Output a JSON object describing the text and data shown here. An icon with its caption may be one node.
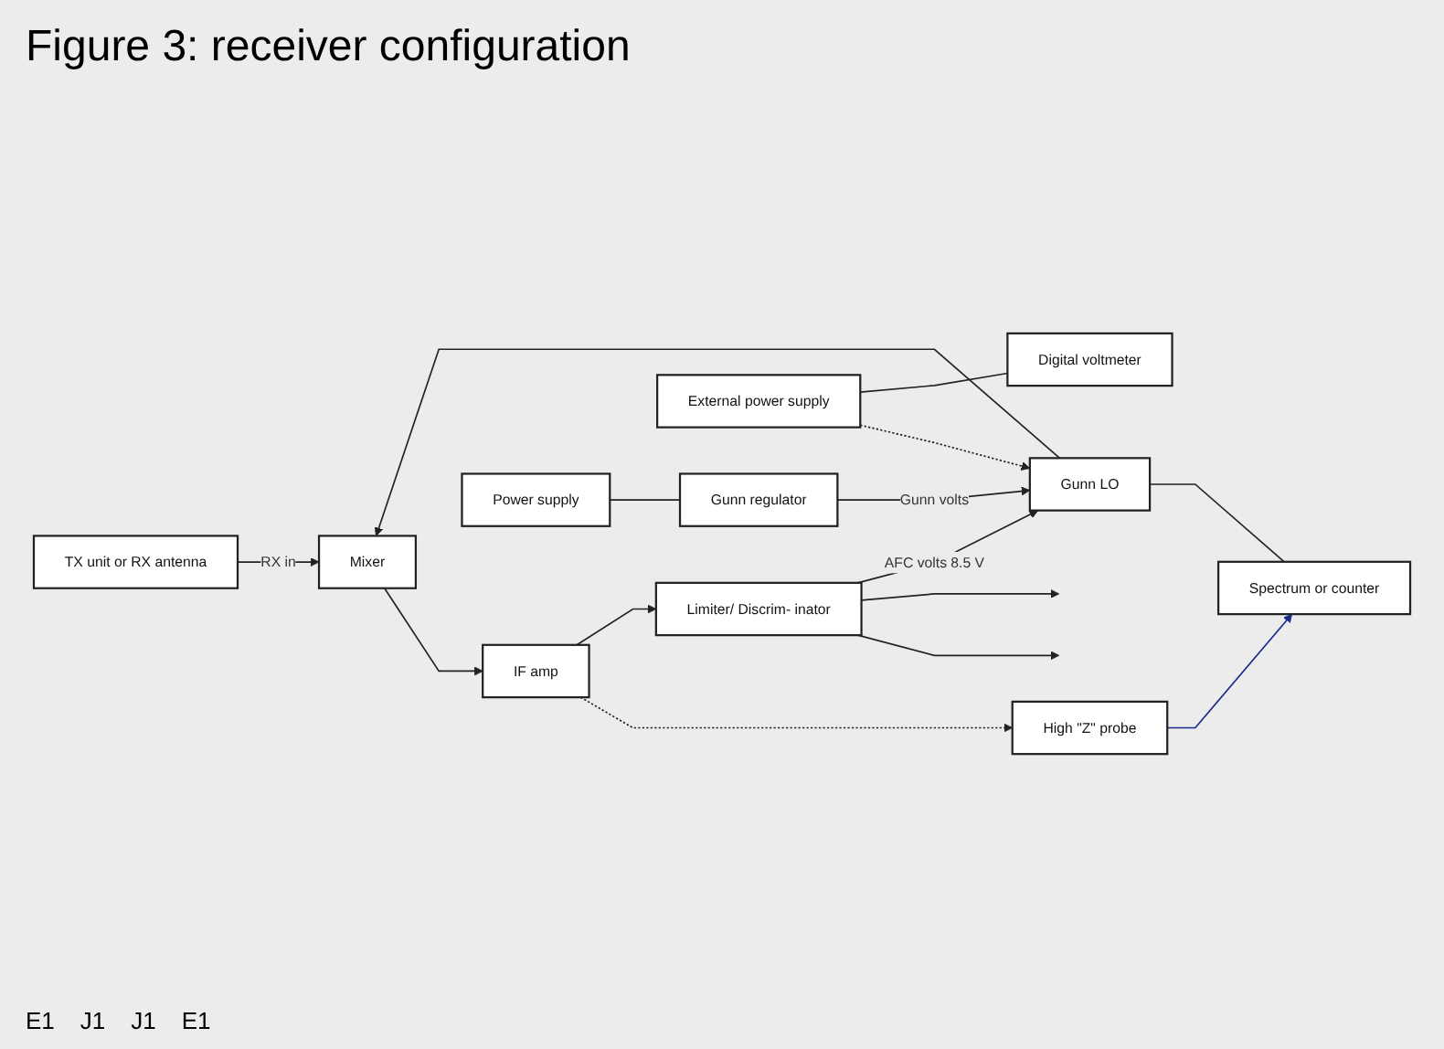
{
  "diagram": {
    "title": "Figure 3: receiver configuration",
    "nodes": [
      {
        "text": [
          "TX unit or RX antenna"
        ]
      },
      {
        "text": [
          "Mixer"
        ]
      },
      {
        "text": [
          "Gunn LO"
        ]
      },
      {
        "text": [
          "Spectrum or counter"
        ]
      },
      {
        "text": [
          "IF amp"
        ]
      },
      {
        "text": [
          "High \"Z\" probe"
        ]
      },
      {
        "text": [
          "Limiter/ Discrim- inator"
        ]
      },
      {
        "text": [
          "External power supply"
        ]
      },
      {
        "text": [
          "Power supply"
        ]
      },
      {
        "text": [
          "Gunn regulator"
        ]
      },
      {
        "text": [
          "Digital voltmeter"
        ]
      }
    ],
    "edges": [
      {
        "from": 0,
        "to": 1,
        "arrow": "to",
        "label": "RX in"
      },
      {
        "from": 2,
        "to": 1,
        "arrow": "to"
      },
      {
        "from": 2,
        "to": 3,
        "arrow": "none"
      },
      {
        "from": 1,
        "to": 4,
        "arrow": "to"
      },
      {
        "from": 4,
        "to": 5,
        "arrow": "to",
        "style": "dashed"
      },
      {
        "from": 4,
        "to": 6,
        "arrow": "to"
      },
      {
        "from": 5,
        "to": 3,
        "arrow": "to",
        "color": "#1a2a8c"
      },
      {
        "from": 6,
        "to": null,
        "arrow": "to"
      },
      {
        "from": 6,
        "to": null,
        "arrow": "to"
      },
      {
        "from": 6,
        "to": 2,
        "arrow": "to",
        "label": "AFC volts 8.5 V"
      },
      {
        "from": 7,
        "to": 2,
        "arrow": "to",
        "style": "dashed"
      },
      {
        "from": 7,
        "to": 10,
        "arrow": "none"
      },
      {
        "from": 8,
        "to": 9,
        "arrow": "none"
      },
      {
        "from": 9,
        "to": 2,
        "arrow": "to",
        "label": "Gunn volts"
      }
    ],
    "labels": [
      "E1",
      "J1",
      "J1",
      "E1"
    ]
  }
}
